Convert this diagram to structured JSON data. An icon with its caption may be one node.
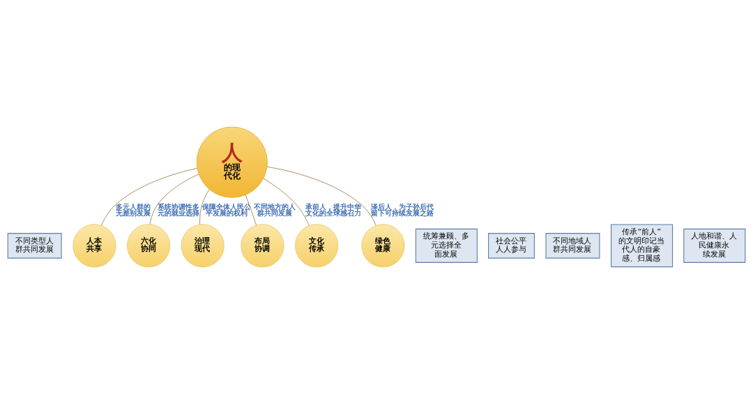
{
  "diagram": {
    "nodes": [
      {
        "text": [
          "不同类型人群共同发展"
        ]
      },
      {
        "text": [
          "人本共享"
        ]
      },
      {
        "text": [
          "六化协同"
        ]
      },
      {
        "text": [
          "统筹兼顾、多元选择全面发展"
        ]
      },
      {
        "text": [
          "社会公平人人参与"
        ]
      },
      {
        "text": [
          "治理现代"
        ]
      },
      {
        "text": [
          "人",
          "的现代化"
        ]
      },
      {
        "text": [
          "布局协调"
        ]
      },
      {
        "text": [
          "不同地域人群共同发展"
        ]
      },
      {
        "text": [
          "传承“前人”的文明印记当代人的自豪感、归属感"
        ]
      },
      {
        "text": [
          "文化传承"
        ]
      },
      {
        "text": [
          "绿色健康"
        ]
      },
      {
        "text": [
          "人地和谐、人民健康永续发展"
        ]
      }
    ],
    "edges": [
      {
        "from": 6,
        "to": 1,
        "arrow": "none",
        "label": "多元人群的无差别发展"
      },
      {
        "from": 6,
        "to": 2,
        "arrow": "none",
        "label": "系统协调性多元的就业选择"
      },
      {
        "from": 6,
        "to": 5,
        "arrow": "none",
        "label": "保障全体人民公平发展的权利"
      },
      {
        "from": 6,
        "to": 7,
        "arrow": "none",
        "label": "不同地方的人群共同发展"
      },
      {
        "from": 6,
        "to": 10,
        "arrow": "none",
        "label": "承前人，提升中华文化的全球感召力"
      },
      {
        "from": 6,
        "to": 11,
        "arrow": "none",
        "label": "泽后人，为子孙后代留下可持续发展之路"
      }
    ]
  }
}
